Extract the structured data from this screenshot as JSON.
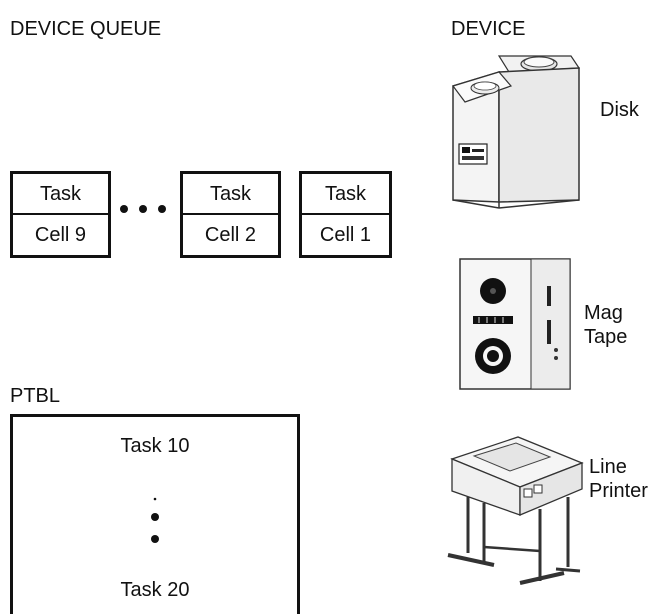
{
  "headers": {
    "device_queue": "DEVICE QUEUE",
    "device": "DEVICE",
    "ptbl": "PTBL"
  },
  "queue_cells": [
    {
      "task": "Task",
      "cell": "Cell 9"
    },
    {
      "task": "Task",
      "cell": "Cell 2"
    },
    {
      "task": "Task",
      "cell": "Cell 1"
    }
  ],
  "ptbl": {
    "first": "Task 10",
    "last": "Task 20"
  },
  "devices": [
    {
      "label": "Disk",
      "icon": "disk-drive-icon"
    },
    {
      "label_line1": "Mag",
      "label_line2": "Tape",
      "icon": "mag-tape-icon"
    },
    {
      "label_line1": "Line",
      "label_line2": "Printer",
      "icon": "line-printer-icon"
    }
  ]
}
